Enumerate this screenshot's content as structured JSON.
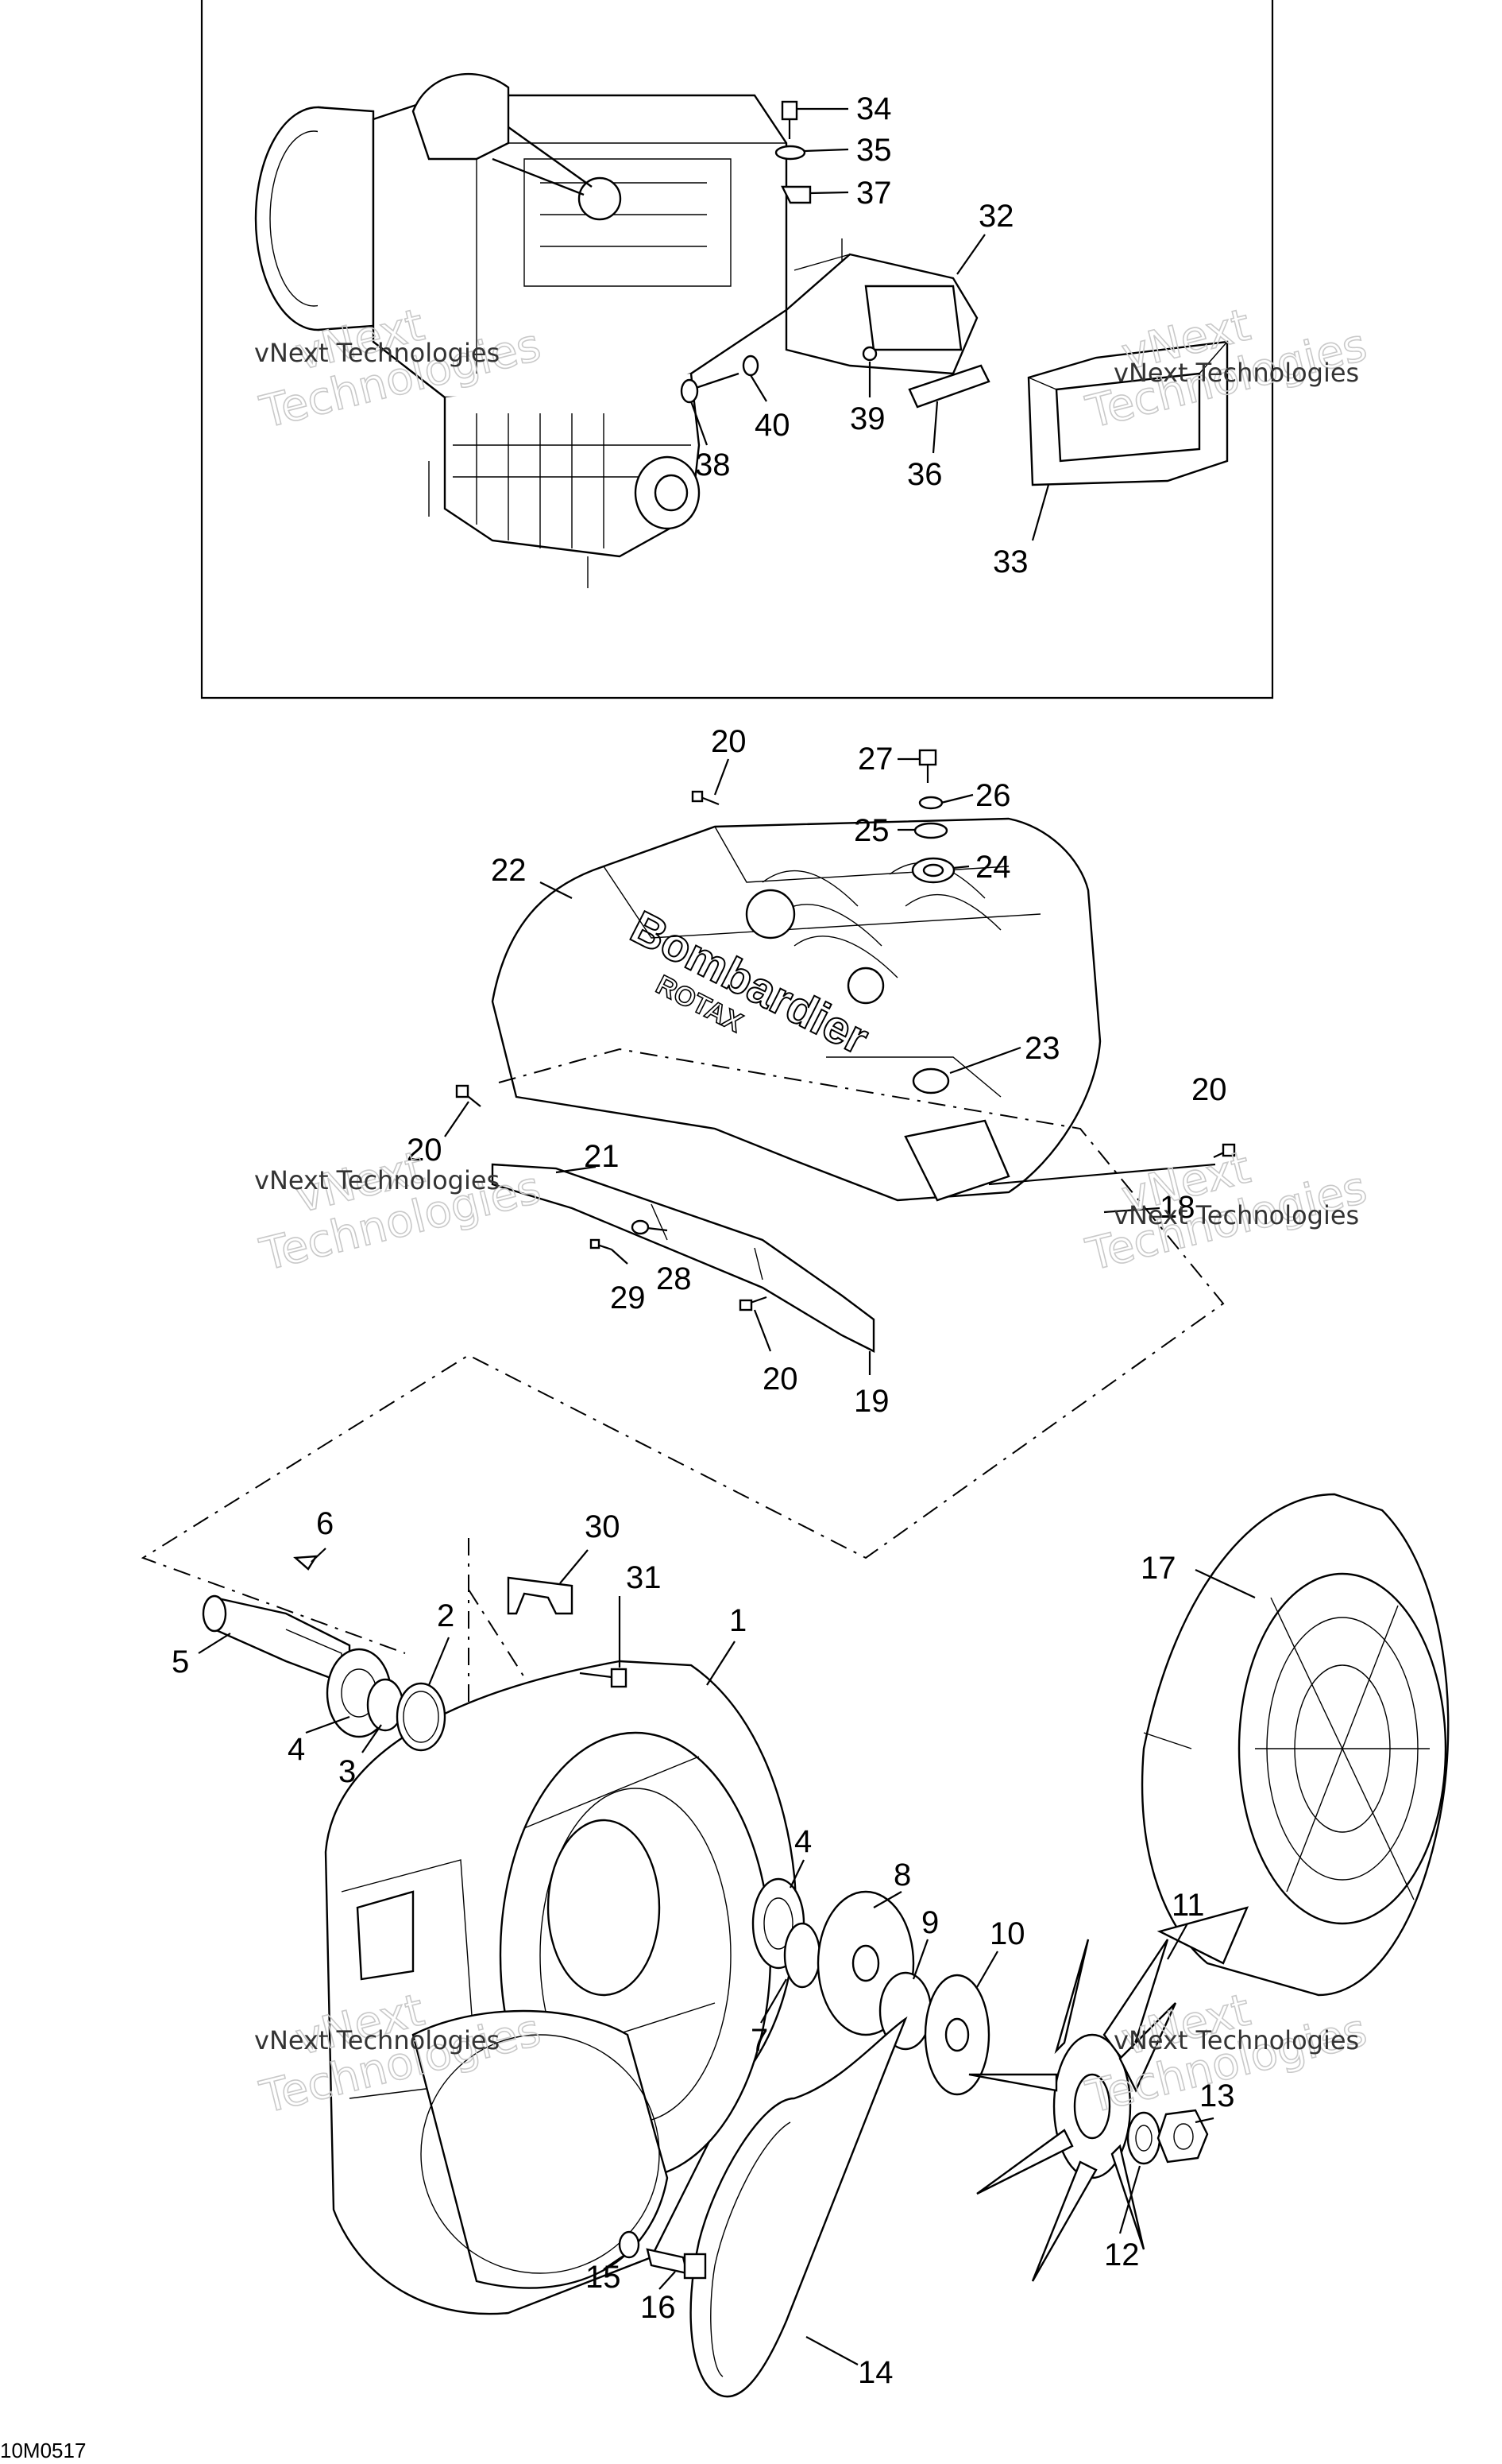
{
  "diagram": {
    "code": "10M0517",
    "brand_text": "Bombardier",
    "brand_subtext": "ROTAX",
    "watermarks": [
      {
        "line1": "vNext Technologies",
        "line2": "vNext",
        "line3": "Technologies"
      },
      {
        "line1": "vNext Technologies",
        "line2": "vNext",
        "line3": "Technologies"
      },
      {
        "line1": "vNext Technologies",
        "line2": "vNext",
        "line3": "Technologies"
      },
      {
        "line1": "vNext Technologies",
        "line2": "vNext",
        "line3": "Technologies"
      },
      {
        "line1": "vNext Technologies",
        "line2": "vNext",
        "line3": "Technologies"
      },
      {
        "line1": "vNext Technologies",
        "line2": "vNext",
        "line3": "Technologies"
      }
    ],
    "callouts": [
      "34",
      "35",
      "37",
      "32",
      "39",
      "40",
      "38",
      "36",
      "33",
      "20",
      "27",
      "26",
      "25",
      "24",
      "22",
      "23",
      "20",
      "21",
      "18",
      "20",
      "29",
      "28",
      "20",
      "19",
      "6",
      "30",
      "31",
      "5",
      "2",
      "1",
      "4",
      "3",
      "17",
      "8",
      "4",
      "9",
      "10",
      "11",
      "7",
      "13",
      "12",
      "15",
      "16",
      "14"
    ]
  }
}
